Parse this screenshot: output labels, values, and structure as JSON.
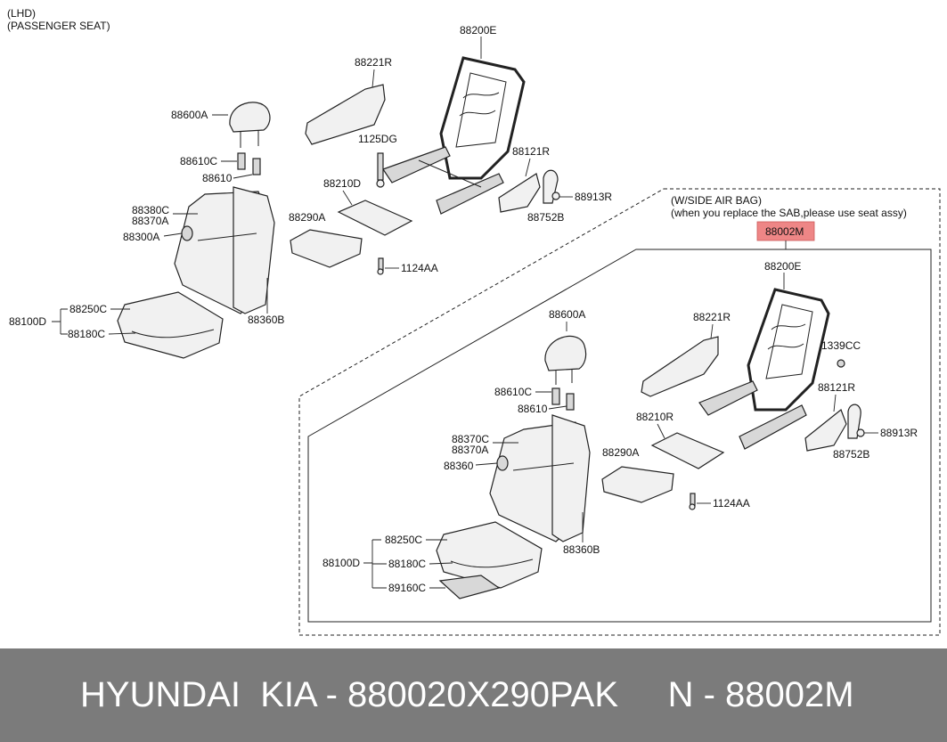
{
  "header": {
    "line1": "(LHD)",
    "line2": "(PASSENGER SEAT)"
  },
  "sab": {
    "title": "(W/SIDE AIR BAG)",
    "note": "(when you replace the SAB,please use seat assy)",
    "assembly_number": "88002M",
    "highlight_color": "#ee8686"
  },
  "left_labels": {
    "l88200E": "88200E",
    "l88221R": "88221R",
    "l88600A": "88600A",
    "l1125DG": "1125DG",
    "l88610C": "88610C",
    "l88610": "88610",
    "l88121R": "88121R",
    "l88913R": "88913R",
    "l88210D": "88210D",
    "l88752B": "88752B",
    "l88380C": "88380C",
    "l88370A": "88370A",
    "l88300A": "88300A",
    "l88290A": "88290A",
    "l1124AA": "1124AA",
    "l88250C": "88250C",
    "l88100D": "88100D",
    "l88180C": "88180C",
    "l88360B": "88360B"
  },
  "right_labels": {
    "l88200E": "88200E",
    "l88600A": "88600A",
    "l88221R": "88221R",
    "l1339CC": "1339CC",
    "l88610C": "88610C",
    "l88610": "88610",
    "l88121R": "88121R",
    "l88210R": "88210R",
    "l88913R": "88913R",
    "l88370C": "88370C",
    "l88370A": "88370A",
    "l88290A": "88290A",
    "l88752B": "88752B",
    "l88360": "88360",
    "l1124AA": "1124AA",
    "l88250C": "88250C",
    "l88360B": "88360B",
    "l88100D": "88100D",
    "l88180C": "88180C",
    "l89160C": "89160C"
  },
  "footer": {
    "text": "HYUNDAI  KIA - 880020X290PAK     N - 88002M",
    "background": "#7b7b7b"
  }
}
